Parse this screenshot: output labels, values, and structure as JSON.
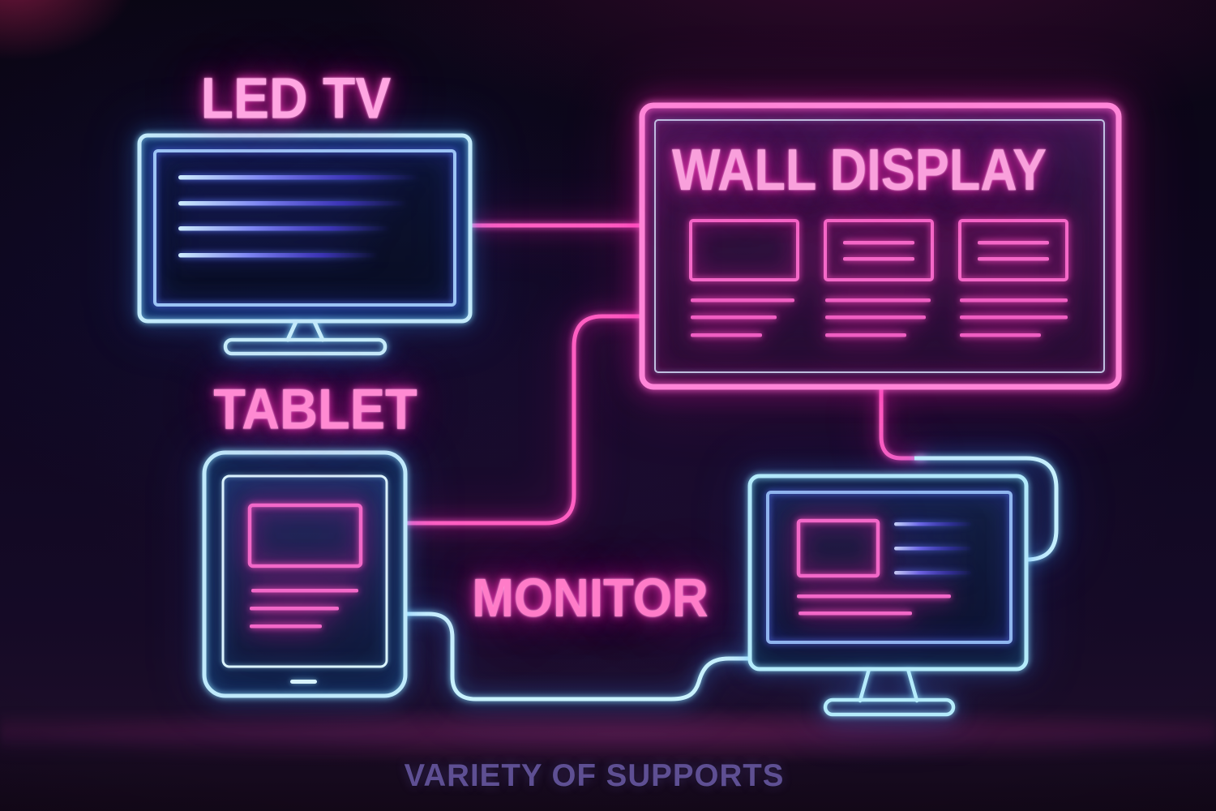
{
  "diagram": {
    "nodes": [
      {
        "id": "led-tv",
        "label": "LED TV",
        "icon": "tv-icon",
        "frame_color": "#c6edfb",
        "label_color": "#ffa6e2"
      },
      {
        "id": "wall-display",
        "label": "WALL DISPLAY",
        "icon": "wall-display-icon",
        "frame_color": "#ff86d8",
        "label_color": "#f9a0dc"
      },
      {
        "id": "tablet",
        "label": "TABLET",
        "icon": "tablet-icon",
        "frame_color": "#bfeafb",
        "label_color": "#ff8ad2"
      },
      {
        "id": "monitor",
        "label": "MONITOR",
        "icon": "monitor-icon",
        "frame_color": "#b5ecfb",
        "label_color": "#ff7cc8"
      }
    ],
    "connections": [
      {
        "from": "led-tv",
        "to": "wall-display",
        "color": "#ff5fc2"
      },
      {
        "from": "tablet",
        "to": "wall-display",
        "color": "#ff5fc2"
      },
      {
        "from": "wall-display",
        "to": "monitor",
        "color": "#ff5fc2"
      },
      {
        "from": "tablet",
        "to": "monitor",
        "color": "#c9f2fd"
      }
    ]
  },
  "caption": {
    "text": "VARIETY OF SUPPORTS",
    "color": "#5e4f93"
  },
  "theme": {
    "background": "#0d0617",
    "neon_pink": "#ff5fc2",
    "neon_cyan": "#c9f2fd",
    "neon_blue": "#8fb6ef",
    "caption_purple": "#5e4f93"
  }
}
